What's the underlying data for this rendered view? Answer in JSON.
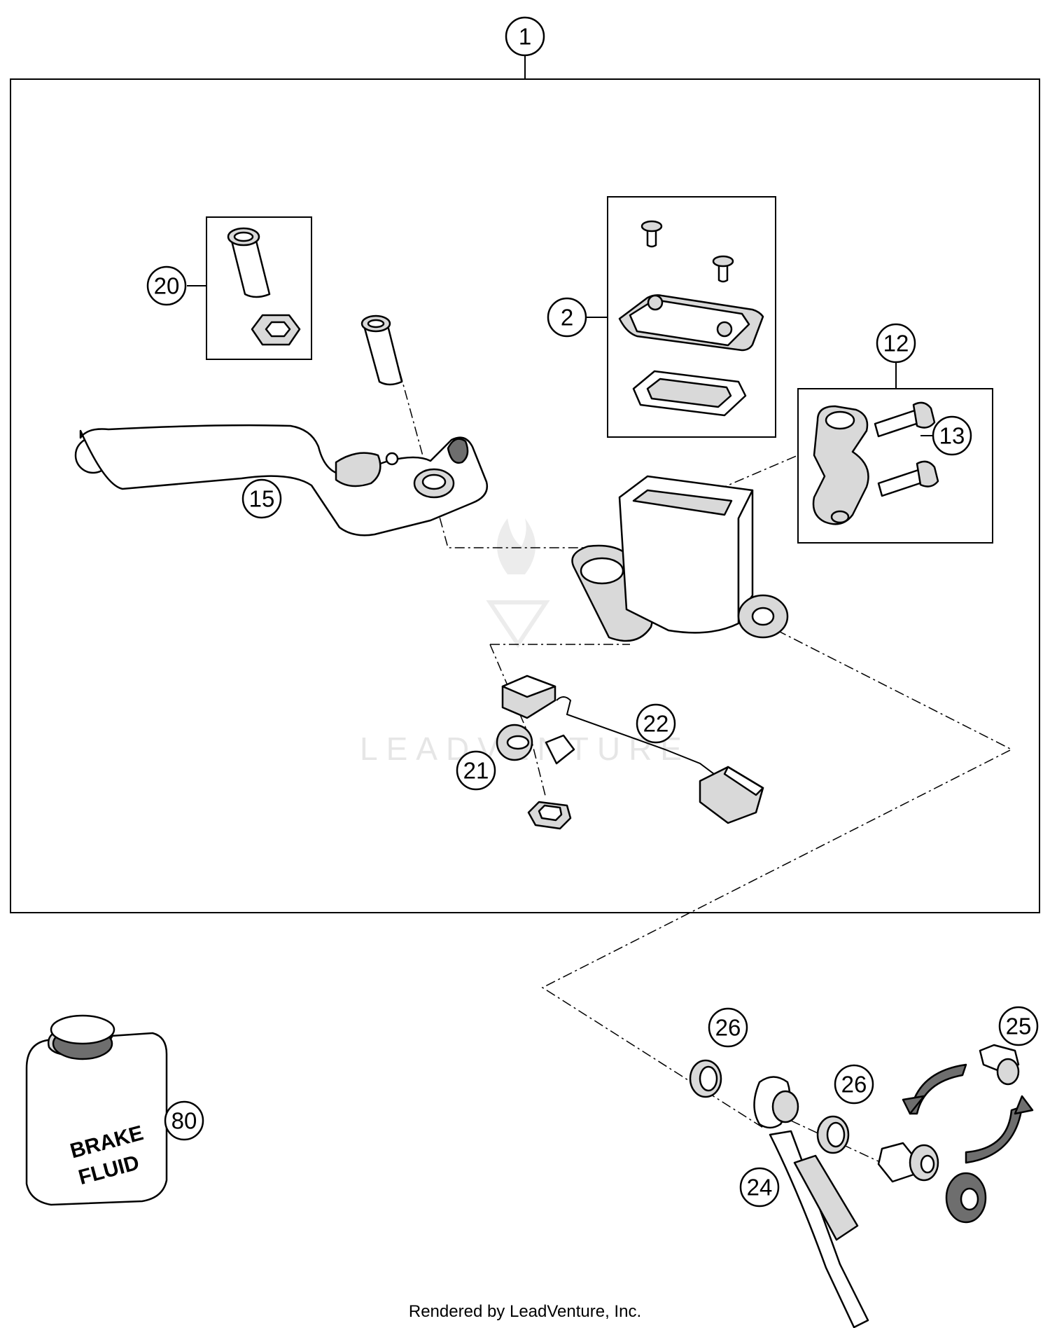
{
  "callouts": {
    "c1": "1",
    "c2": "2",
    "c12": "12",
    "c13": "13",
    "c15": "15",
    "c20": "20",
    "c21": "21",
    "c22": "22",
    "c24": "24",
    "c25": "25",
    "c26a": "26",
    "c26b": "26",
    "c80": "80"
  },
  "bottle_label": {
    "line1": "BRAKE",
    "line2": "FLUID"
  },
  "watermark": "LEADVENTURE",
  "footer": "Rendered by LeadVenture, Inc."
}
